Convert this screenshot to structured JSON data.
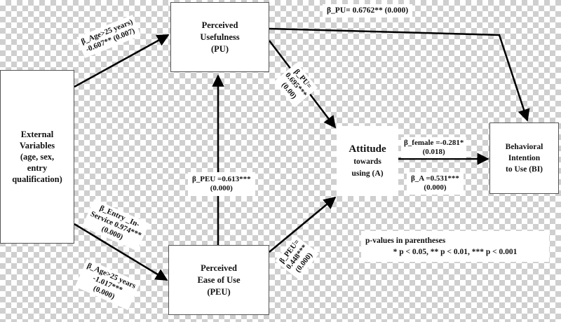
{
  "nodes": {
    "external": [
      "External",
      "Variables",
      "(age, sex,",
      "entry",
      "qualification)"
    ],
    "pu": [
      "Perceived",
      "Usefulness",
      "(PU)"
    ],
    "peu": [
      "Perceived",
      "Ease of Use",
      "(PEU)"
    ],
    "attitude": {
      "title": "Attitude",
      "line2": "towards",
      "line3": "using (A)"
    },
    "bi": [
      "Behavioral",
      "Intention",
      "to Use (BI)"
    ]
  },
  "paths": {
    "age_pu": [
      "β_Age>25 years)",
      "-0.607** (0.007)"
    ],
    "pu_bi": "β_PU= 0.6762** (0.000)",
    "pu_a": [
      "β_PU=",
      "0.695***",
      "(0.00)"
    ],
    "peu_pu": [
      "β_PEU =0.613***",
      "(0.000)"
    ],
    "entry_peu": [
      "β_Entry _In-",
      "Service 0.974***",
      "(0.000)"
    ],
    "age_peu": [
      "β_Age>25 years",
      "-1.017***",
      "(0.000)"
    ],
    "peu_a": [
      "β_PEU=",
      "0.448***",
      "(0.000)"
    ],
    "female_bi": [
      "β_female =-0.281*",
      "(0.018)"
    ],
    "a_bi": [
      "β_A =0.531***",
      "(0.000)"
    ]
  },
  "legend": [
    "p-values in parentheses",
    "* p < 0.05, ** p < 0.01, *** p < 0.001"
  ]
}
